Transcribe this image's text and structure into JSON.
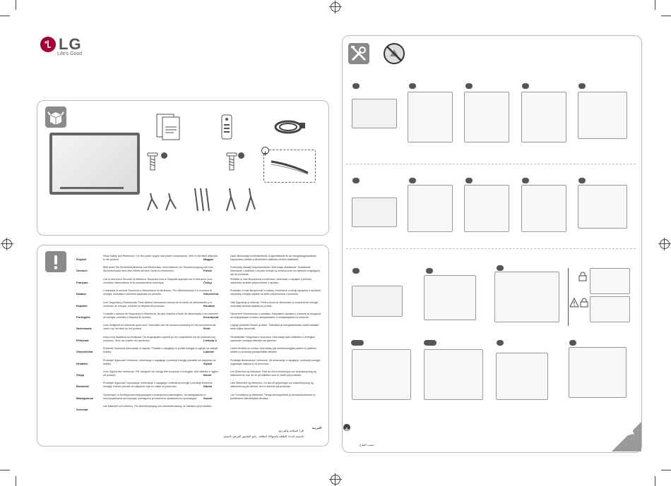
{
  "brand": {
    "name": "LG",
    "slogan": "Life's Good"
  },
  "colors": {
    "brand": "#a50034",
    "badge": "#8a8a8a",
    "line": "#bbbbbb"
  },
  "box_contents": {
    "icon": "box-icon",
    "items": [
      "manual-icon",
      "remote-icon",
      "power-cord-icon",
      "screw-icon",
      "screw-icon",
      "cable-holder-icon",
      "stand-icon",
      "stand-icon"
    ]
  },
  "safety": {
    "icon": "exclamation-icon",
    "languages_left": [
      {
        "name": "English",
        "text": "Read Safety and Reference. For the power supply and power consumption, refer to the label attached to the product."
      },
      {
        "name": "Deutsch",
        "text": "Bitte lesen Sie Sicherheitshinweise und Referenzen. Informationen zur Stromversorgung und zum Stromverbrauch sind dem Etikett auf dem Gerät zu entnehmen."
      },
      {
        "name": "Français",
        "text": "Lire le document Sécurité et référence. Reportez-vous à l'étiquette apposée sur le téléviseur pour connaître l'alimentation et la consommation électrique."
      },
      {
        "name": "Italiano",
        "text": "Consultare la sezione Sicurezza e informazioni di riferimento. Per l'alimentazione e il consumo di energia, consultare l'etichetta applicata sul prodotto."
      },
      {
        "name": "Español",
        "text": "Leer Seguridad y Referencias. Para obtener información acerca de la fuente de alimentación y el consumo de energía, consulte la etiqueta del producto."
      },
      {
        "name": "Português",
        "text": "Consulte o manual de Segurança e Referência. No que respeita à fonte de alimentação e ao consumo de energia, consulte a etiqueta do produto."
      },
      {
        "name": "Nederlands",
        "text": "Lees Veiligheid en referentie goed door. Informatie over de stroomvoorziening en het stroomverbruik vindt u op het label op het product."
      },
      {
        "name": "Ελληνικά",
        "text": "Ανάγνωση Ασφάλεια και Αναφορά. Για πληροφορίες σχετικά με την τροφοδοσία και την κατανάλωση ενέργειας, δείτε την ετικέτα του προϊόντος."
      },
      {
        "name": "Slovenščina",
        "text": "Preberite Varnostne informacije in napotki. Podatke o napajanju in porabi energije si oglejte na nalepki izdelka."
      },
      {
        "name": "Hrvatski",
        "text": "Pročitajte Sigurnost i reference. Informacije o napajanju i potrošnji energije potražite na naljepnici na izdelku."
      },
      {
        "name": "Shqip",
        "text": "Lexo Siguria dhe referencat. Për ushqimin me energji dhe konsumin e energjisë, shih etiketën e ngjitur në produkt."
      },
      {
        "name": "Bosanski",
        "text": "Pročitajte Sigurnost i upućivanja. Informacije o napajanju i električnoj energiji i potrošnji električne energije možete pronaći na naljepnici koja se nalazi na proizvodu."
      },
      {
        "name": "Македонски",
        "text": "Прочитајте ги Безбедносни информации и референтни материјали. За напојувањето и потрошувачката на енергија, погледнете ја етикетата прикачена на производот."
      },
      {
        "name": "Svenska",
        "text": "Läs Säkerhet och referens. För strömförsörjning och strömförbrukning, se etiketten på produkten."
      }
    ],
    "languages_right": [
      {
        "name": "Magyar",
        "text": "Lásd: Biztonsági óvintézkedések. A tápellátással és az energiafogyasztással kapcsolatos adatok a készüléken található címkén találhatók."
      },
      {
        "name": "Polski",
        "text": "Przeczytaj Zasady bezpieczeństwa i informacje dodatkowe. Dodatkowe informacje o zasilaniu i zużyciu energii są umieszczone na etykiecie znajdującej się na produkcie."
      },
      {
        "name": "Česky",
        "text": "Přečtěte si část Bezpečnost a reference. Informace o napájení a příkonu naleznete na štítku připevněném k výrobku."
      },
      {
        "name": "Slovenčina",
        "text": "Prečítajte si časť Bezpečnosť a odkazy. Informácie o zdroji napájania a spotrebe elektrickej energie nájdete na štítku pripevnenom k produktu."
      },
      {
        "name": "Română",
        "text": "Citiţi Siguranţă şi referinţe. Pentru sursa de alimentare şi consumul de energie, consultaţi eticheta ataşată pe produs."
      },
      {
        "name": "Български",
        "text": "Прочетете Безопасност и справки. Направете справка с етикета на продукта за информация относно захранването и консумацията на енергия."
      },
      {
        "name": "Eesti",
        "text": "Lugege peatükki Ohutus ja viited. Toiteallika ja energiatarbimise kohta vaadake toote küljes olevat silti."
      },
      {
        "name": "Lietuvių k.",
        "text": "Perskaitykite Saugumas ir nuorodos. Informacija apie maitinimo ir energijos sąnaudas nurodyta etiketėje ant gaminio."
      },
      {
        "name": "Latviski",
        "text": "Lasiet Drošība un uzziņa. Informāciju par elektroenerģijas padevi un patēriņu skatiet uz produkta piestiprinātās etiķetes."
      },
      {
        "name": "Srpski",
        "text": "Pročitajte Bezbednost i reference. Za informacije o napajanju i potrošnji energije pogledajte nalepnicu na proizvodu."
      },
      {
        "name": "Norsk",
        "text": "Les Sikkerhet og referanse. Hvis du vil ha informasjon om strømforsyning og strømforbruk, kan du se på etiketten som er festet på produktet."
      },
      {
        "name": "Dansk",
        "text": "Læs Sikkerhed og reference. Du kan få oplysninger om strømforsyning og strømforbrug på mærket, der er placeret på produktet."
      },
      {
        "name": "Suomi",
        "text": "Lue Turvallisuus ja viitetiedot. Tietoja virransyötöstä ja virrankulutuksesta on tuotteeseen kiinnitetyssä tarrassa."
      }
    ]
  },
  "assembly": {
    "icons": [
      "tools-icon",
      "no-liquid-icon"
    ],
    "rows": 4,
    "row_steps": [
      5,
      5,
      3,
      4
    ],
    "arabic_title": "العربية",
    "arabic_lines": [
      "اقرأ السلامة والمرجع.",
      "بالنسبة لإمداد الطاقة واستهلاك الطاقة، راجع الملصق المرفق بالمنتج."
    ],
    "arabic_footer": "حسب الطراز"
  }
}
